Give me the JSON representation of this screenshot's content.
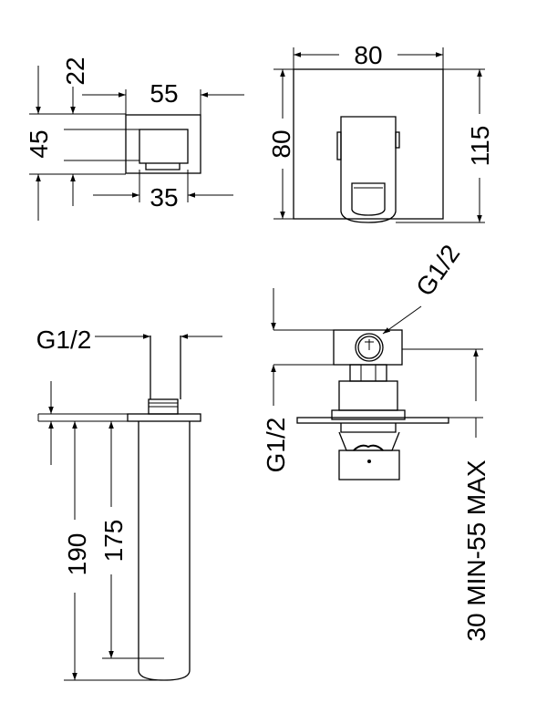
{
  "views": {
    "top_left": {
      "dim_22": "22",
      "dim_55": "55",
      "dim_45": "45",
      "dim_35": "35"
    },
    "front": {
      "dim_80_width": "80",
      "dim_80_height": "80",
      "dim_115": "115"
    },
    "side_spout": {
      "thread": "G1/2",
      "dim_190": "190",
      "dim_175": "175"
    },
    "side_body": {
      "thread_top": "G1/2",
      "thread_left": "G1/2",
      "wall_range": "30 MIN-55 MAX"
    }
  }
}
